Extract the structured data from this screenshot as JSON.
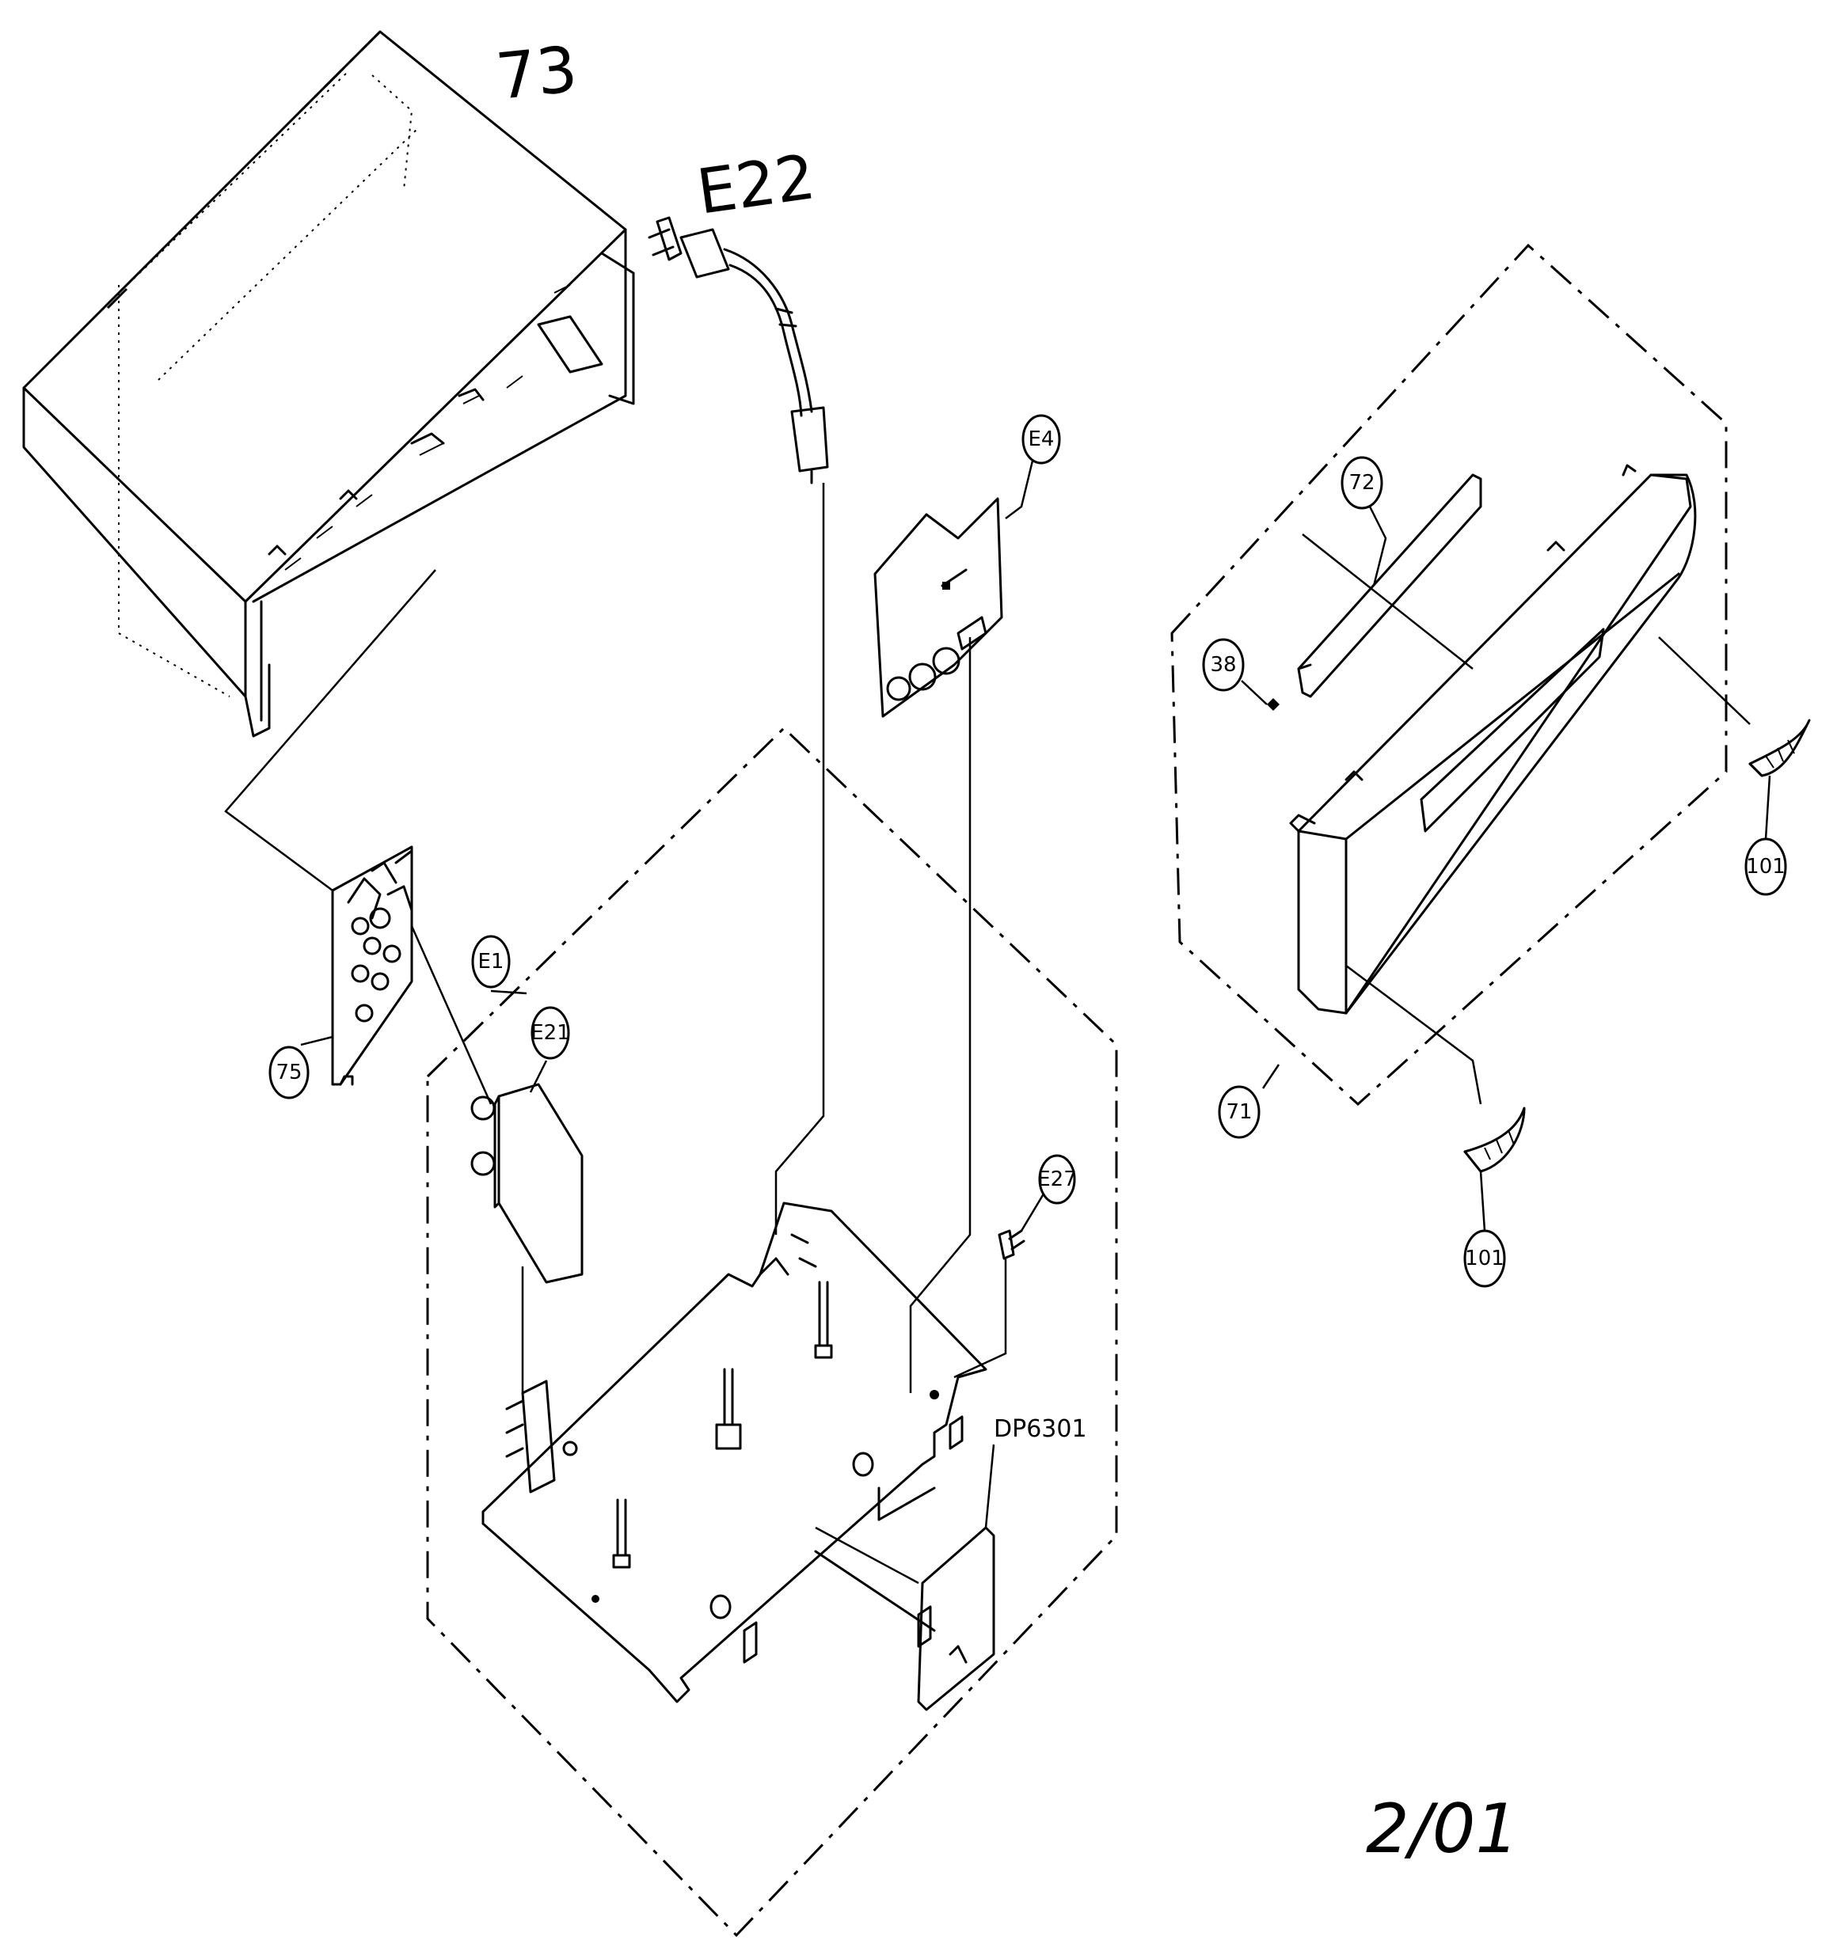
{
  "handwritten_labels": {
    "cover": "73",
    "power_cord": "E22",
    "date": "2/01"
  },
  "callouts": {
    "front_panel_window": "72",
    "screw": "38",
    "front_panel": "71",
    "foot_right": "101",
    "foot_left": "101",
    "jack_board": "E4",
    "main_board": "E1",
    "tuner": "E21",
    "rear_bracket": "75",
    "connector": "E27"
  },
  "text_labels": {
    "display_pcb": "DP6301"
  }
}
